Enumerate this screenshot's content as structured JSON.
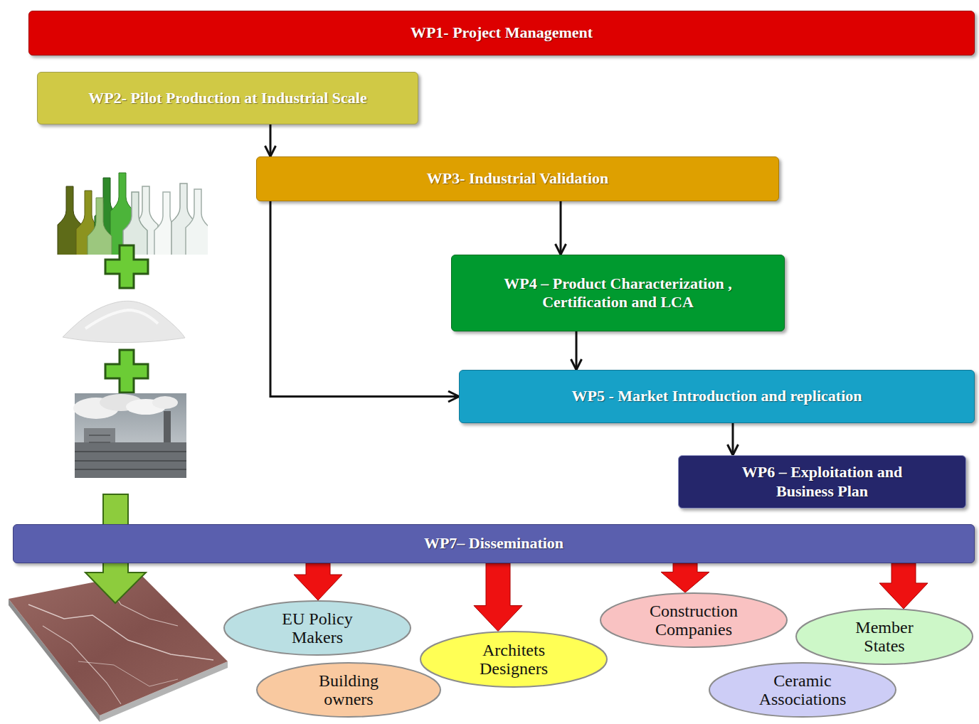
{
  "diagram": {
    "nodes": [
      {
        "text": [
          "WP1- Project Management"
        ]
      },
      {
        "text": [
          "WP2- Pilot Production at Industrial Scale"
        ]
      },
      {
        "text": [
          "WP3- Industrial Validation"
        ]
      },
      {
        "text": [
          "WP4 – Product Characterization , Certification and LCA"
        ]
      },
      {
        "text": [
          "WP5 - Market Introduction and replication"
        ]
      },
      {
        "text": [
          "WP6 – Exploitation and Business Plan"
        ]
      },
      {
        "text": [
          "WP7– Dissemination"
        ]
      },
      {
        "text": [
          "EU Policy Makers"
        ]
      },
      {
        "text": [
          "Building owners"
        ]
      },
      {
        "text": [
          "Architets Designers"
        ]
      },
      {
        "text": [
          "Construction Companies"
        ]
      },
      {
        "text": [
          "Member States"
        ]
      },
      {
        "text": [
          "Ceramic Associations"
        ]
      }
    ],
    "edges": [
      {
        "from": 1,
        "to": 2,
        "arrow": "to"
      },
      {
        "from": 2,
        "to": 3,
        "arrow": "to"
      },
      {
        "from": 2,
        "to": 4,
        "arrow": "to"
      },
      {
        "from": 3,
        "to": 4,
        "arrow": "to"
      },
      {
        "from": 4,
        "to": 5,
        "arrow": "to"
      },
      {
        "from": 6,
        "to": 7,
        "arrow": "to"
      },
      {
        "from": 6,
        "to": 9,
        "arrow": "to"
      },
      {
        "from": 6,
        "to": 10,
        "arrow": "to"
      },
      {
        "from": 6,
        "to": 11,
        "arrow": "to"
      }
    ]
  }
}
